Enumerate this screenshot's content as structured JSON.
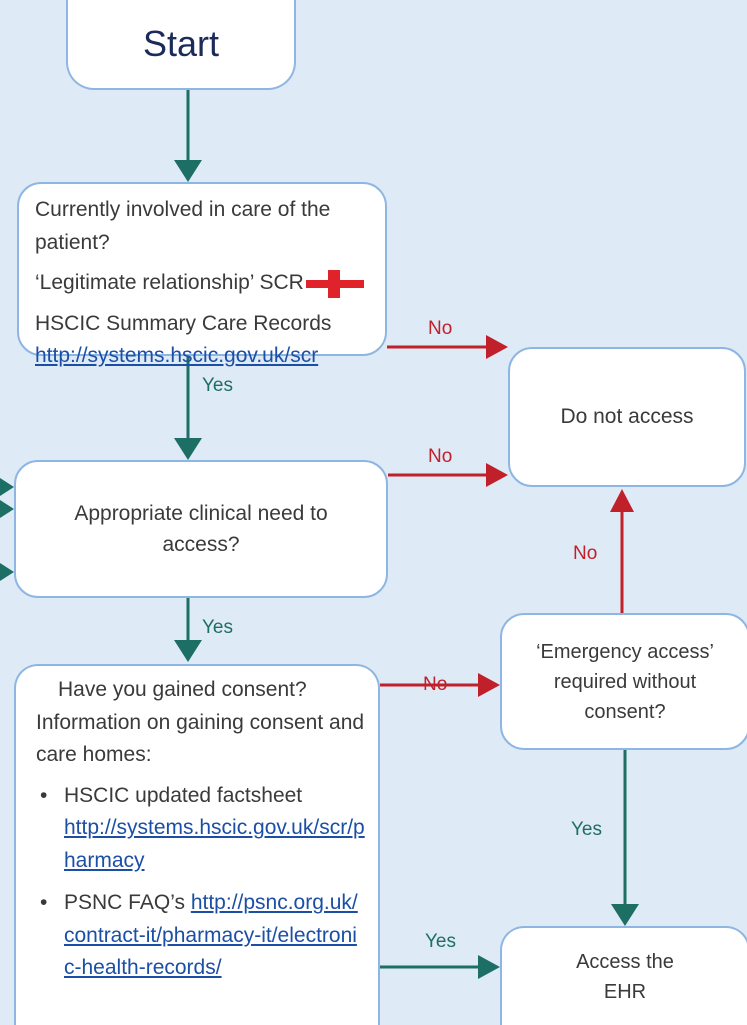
{
  "start": {
    "label": "Start"
  },
  "involved": {
    "question": "Currently involved in care of the patient?",
    "relationship": "‘Legitimate relationship’ SCR",
    "hscic": "HSCIC Summary Care Records",
    "link": "http://systems.hscic.gov.uk/scr"
  },
  "clinical": {
    "question": "Appropriate clinical need to access?"
  },
  "consent": {
    "question": "Have you gained consent?",
    "info": "Information on gaining consent and care homes:",
    "bullets": {
      "b1_text": "HSCIC updated factsheet",
      "b1_link": "http://systems.hscic.gov.uk/scr/pharmacy",
      "b2_text": "PSNC FAQ’s",
      "b2_link": "http://psnc.org.uk/contract-it/pharmacy-it/electronic-health-records/"
    }
  },
  "not_access": {
    "label": "Do not access"
  },
  "emergency": {
    "line1": "‘Emergency access’",
    "line2": "required without",
    "line3": "consent?"
  },
  "ehr": {
    "line1": "Access the",
    "line2": "EHR"
  },
  "edge_labels": {
    "yes_1": "Yes",
    "yes_2": "Yes",
    "yes_3": "Yes",
    "yes_4": "Yes",
    "no_1": "No",
    "no_2": "No",
    "no_3": "No",
    "no_4": "No"
  },
  "colors": {
    "yes_arrow": "#1d6f66",
    "no_arrow": "#c0202a",
    "box_border": "#8fb6e3",
    "background": "#dfeaf7"
  }
}
